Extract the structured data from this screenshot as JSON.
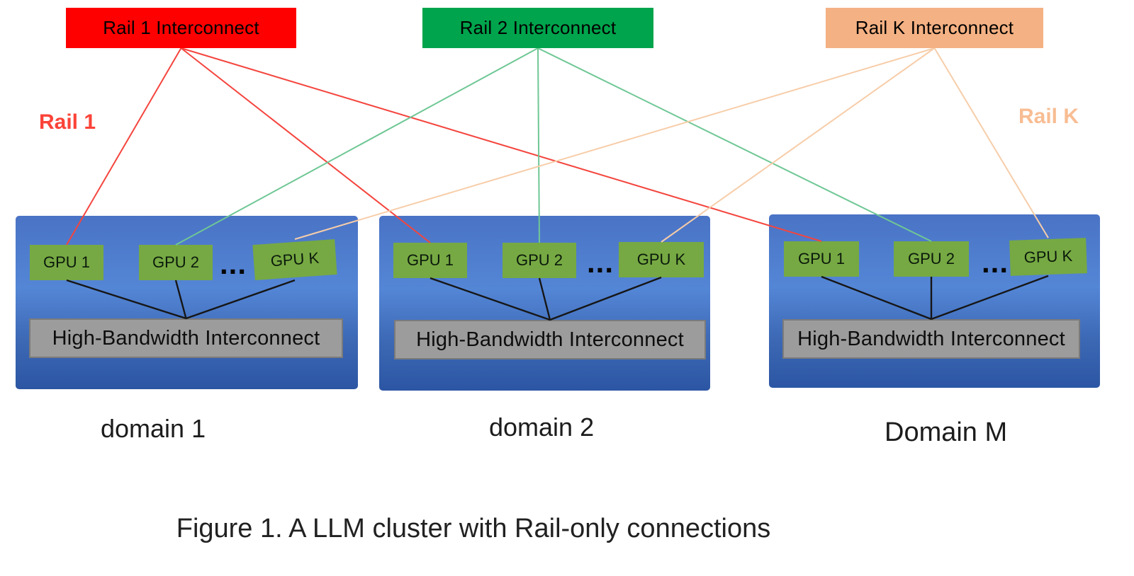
{
  "diagram": {
    "caption": "Figure 1. A LLM cluster with Rail-only connections",
    "rails": [
      {
        "label": "Rail 1 Interconnect",
        "fill": "#fe0000",
        "line_color": "#f4453e"
      },
      {
        "label": "Rail 2 Interconnect",
        "fill": "#00a44c",
        "line_color": "#6fc795"
      },
      {
        "label": "Rail K Interconnect",
        "fill": "#f4b183",
        "line_color": "#f7cda9"
      }
    ],
    "side_labels": [
      {
        "text": "Rail 1",
        "color": "#fb4338"
      },
      {
        "text": "Rail K",
        "color": "#f8bd93"
      }
    ],
    "domains": [
      {
        "label": "domain 1",
        "gpus": [
          "GPU 1",
          "GPU 2",
          "GPU K"
        ],
        "ellipsis": "...",
        "interconnect_label": "High-Bandwidth Interconnect"
      },
      {
        "label": "domain 2",
        "gpus": [
          "GPU 1",
          "GPU 2",
          "GPU K"
        ],
        "ellipsis": "...",
        "interconnect_label": "High-Bandwidth Interconnect"
      },
      {
        "label": "Domain M",
        "gpus": [
          "GPU 1",
          "GPU 2",
          "GPU K"
        ],
        "ellipsis": "...",
        "interconnect_label": "High-Bandwidth Interconnect"
      }
    ],
    "colors": {
      "rail_1_fill": "#fe0000",
      "rail_2_fill": "#00a44c",
      "rail_k_fill": "#f4b183",
      "rail_1_line": "#f4453e",
      "rail_2_line": "#6fc795",
      "rail_k_line": "#f7cda9",
      "gpu_fill": "#76a943",
      "domain_gradient_top": "#4a73c5",
      "domain_gradient_mid": "#5486d6",
      "domain_gradient_bottom": "#2c56a3",
      "interconnect_fill": "#9c9c9c",
      "interconnect_border": "#7b7b7b",
      "gpu_link_line": "#161616"
    },
    "connections": [
      {
        "from": "rail-1-interconnect-box",
        "to": "domain-1-gpu-1",
        "color": "#f4453e",
        "width": 2
      },
      {
        "from": "rail-1-interconnect-box",
        "to": "domain-2-gpu-1",
        "color": "#f4453e",
        "width": 2
      },
      {
        "from": "rail-1-interconnect-box",
        "to": "domain-m-gpu-1",
        "color": "#f4453e",
        "width": 2
      },
      {
        "from": "rail-2-interconnect-box",
        "to": "domain-1-gpu-2",
        "color": "#6fc795",
        "width": 2
      },
      {
        "from": "rail-2-interconnect-box",
        "to": "domain-2-gpu-2",
        "color": "#6fc795",
        "width": 2
      },
      {
        "from": "rail-2-interconnect-box",
        "to": "domain-m-gpu-2",
        "color": "#6fc795",
        "width": 2
      },
      {
        "from": "rail-k-interconnect-box",
        "to": "domain-1-gpu-k",
        "color": "#f7cda9",
        "width": 2
      },
      {
        "from": "rail-k-interconnect-box",
        "to": "domain-2-gpu-k",
        "color": "#f7cda9",
        "width": 2
      },
      {
        "from": "rail-k-interconnect-box",
        "to": "domain-m-gpu-k",
        "color": "#f7cda9",
        "width": 2
      },
      {
        "from": "domain-1-gpu-1",
        "to": "domain-1-interconnect",
        "color": "#161616",
        "width": 2.4
      },
      {
        "from": "domain-1-gpu-2",
        "to": "domain-1-interconnect",
        "color": "#161616",
        "width": 2.4
      },
      {
        "from": "domain-1-gpu-k",
        "to": "domain-1-interconnect",
        "color": "#161616",
        "width": 2.4
      },
      {
        "from": "domain-2-gpu-1",
        "to": "domain-2-interconnect",
        "color": "#161616",
        "width": 2.4
      },
      {
        "from": "domain-2-gpu-2",
        "to": "domain-2-interconnect",
        "color": "#161616",
        "width": 2.4
      },
      {
        "from": "domain-2-gpu-k",
        "to": "domain-2-interconnect",
        "color": "#161616",
        "width": 2.4
      },
      {
        "from": "domain-m-gpu-1",
        "to": "domain-m-interconnect",
        "color": "#161616",
        "width": 2.4
      },
      {
        "from": "domain-m-gpu-2",
        "to": "domain-m-interconnect",
        "color": "#161616",
        "width": 2.4
      },
      {
        "from": "domain-m-gpu-k",
        "to": "domain-m-interconnect",
        "color": "#161616",
        "width": 2.4
      }
    ]
  }
}
